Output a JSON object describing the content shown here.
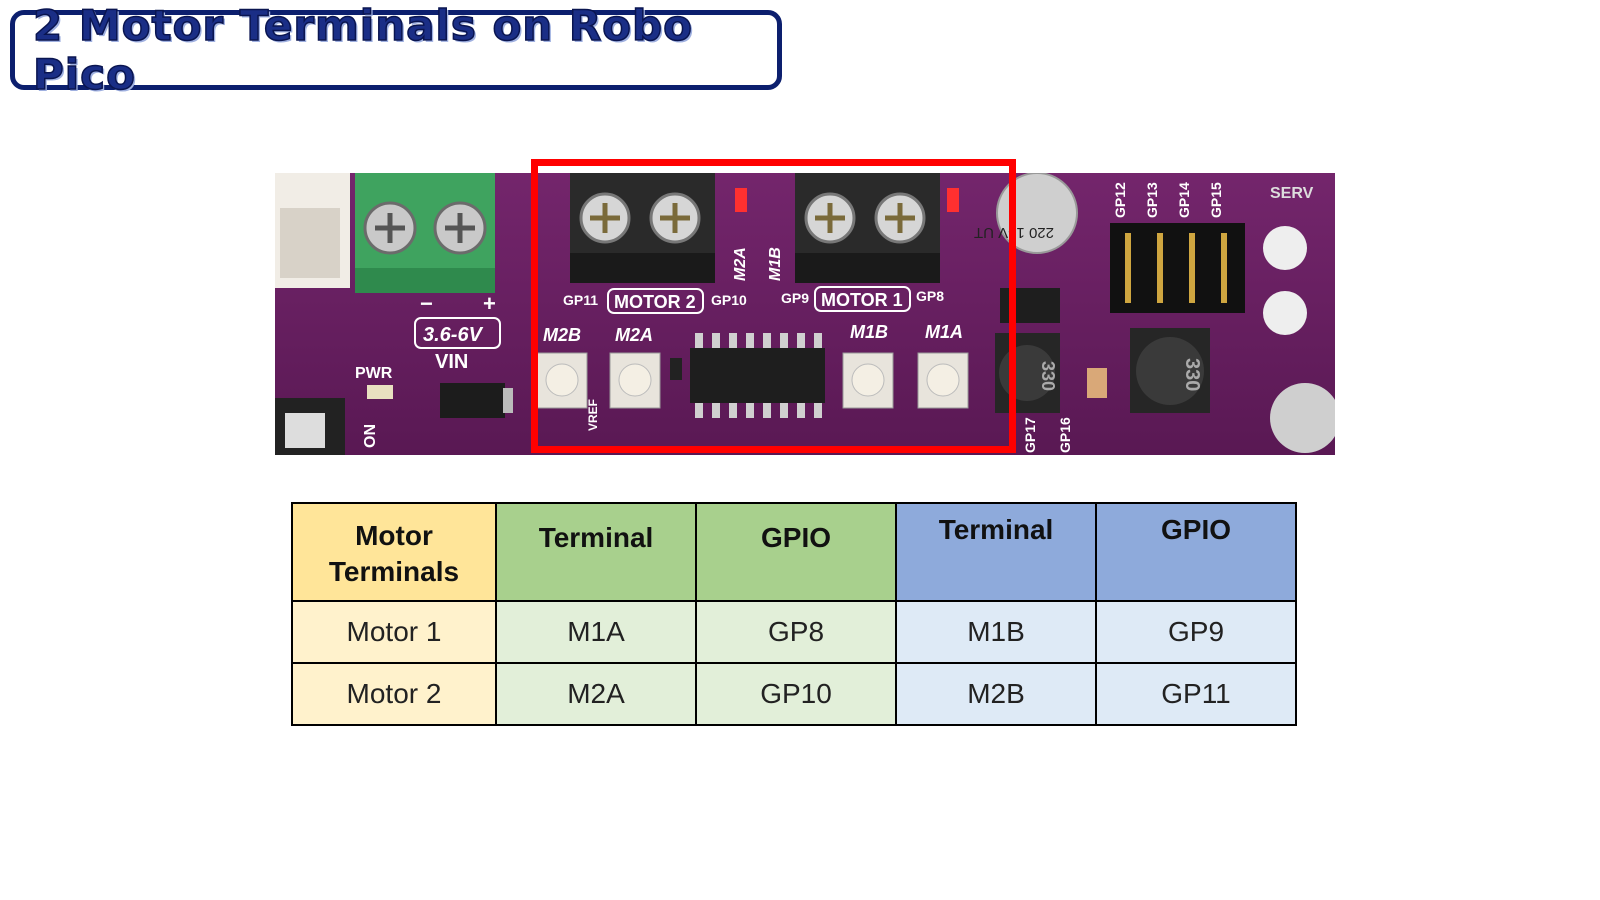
{
  "title": "2 Motor Terminals on Robo Pico",
  "board_labels": {
    "motor2": "MOTOR 2",
    "motor1": "MOTOR 1",
    "gp11": "GP11",
    "gp10": "GP10",
    "gp9": "GP9",
    "gp8": "GP8",
    "m2b": "M2B",
    "m2a": "M2A",
    "m1b": "M1B",
    "m1a": "M1A",
    "m2a_vert": "M2A",
    "m1b_vert": "M1B",
    "vin_range": "3.6-6V",
    "vin": "VIN",
    "pwr": "PWR",
    "on": "ON",
    "vref": "VREF",
    "cap": "220 16V UT",
    "ind1": "330",
    "ind2": "330",
    "servo": "SERV",
    "gp12": "GP12",
    "gp13": "GP13",
    "gp14": "GP14",
    "gp15": "GP15",
    "gp17": "GP17",
    "gp16": "GP16"
  },
  "colors": {
    "board": "#6a1f63",
    "highlight": "#ff0000",
    "title_border": "#0c1f6e",
    "title_text": "#1a2e86"
  },
  "table": {
    "headers": [
      "Motor Terminals",
      "Terminal",
      "GPIO",
      "Terminal",
      "GPIO"
    ],
    "rows": [
      [
        "Motor 1",
        "M1A",
        "GP8",
        "M1B",
        "GP9"
      ],
      [
        "Motor 2",
        "M2A",
        "GP10",
        "M2B",
        "GP11"
      ]
    ]
  }
}
